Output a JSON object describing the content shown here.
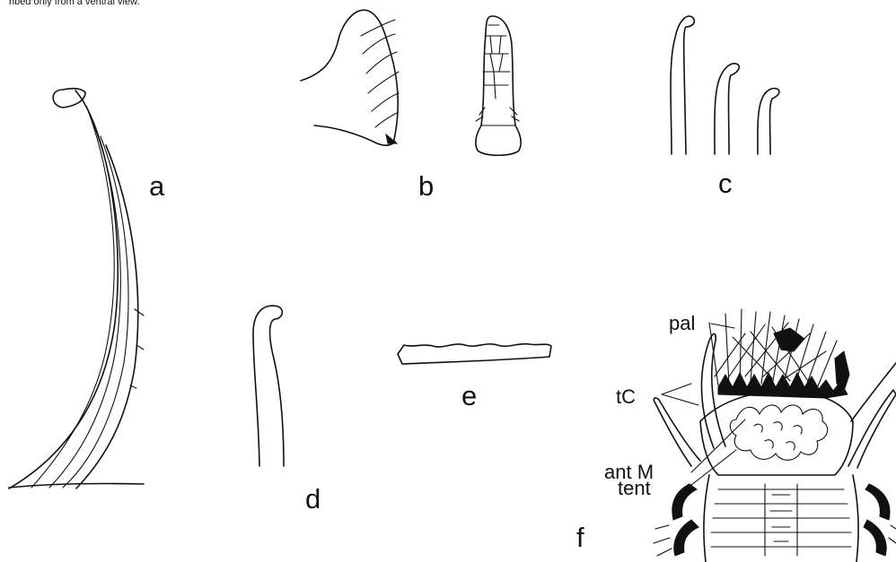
{
  "figure": {
    "top_caption": "ribed only from a ventral view.",
    "panels": {
      "a": {
        "label": "a"
      },
      "b": {
        "label": "b"
      },
      "c": {
        "label": "c"
      },
      "d": {
        "label": "d"
      },
      "e": {
        "label": "e"
      },
      "f": {
        "label": "f",
        "annotations": {
          "pal": "pal",
          "tC": "tC",
          "antM": "ant M",
          "tent": "tent"
        }
      }
    }
  }
}
